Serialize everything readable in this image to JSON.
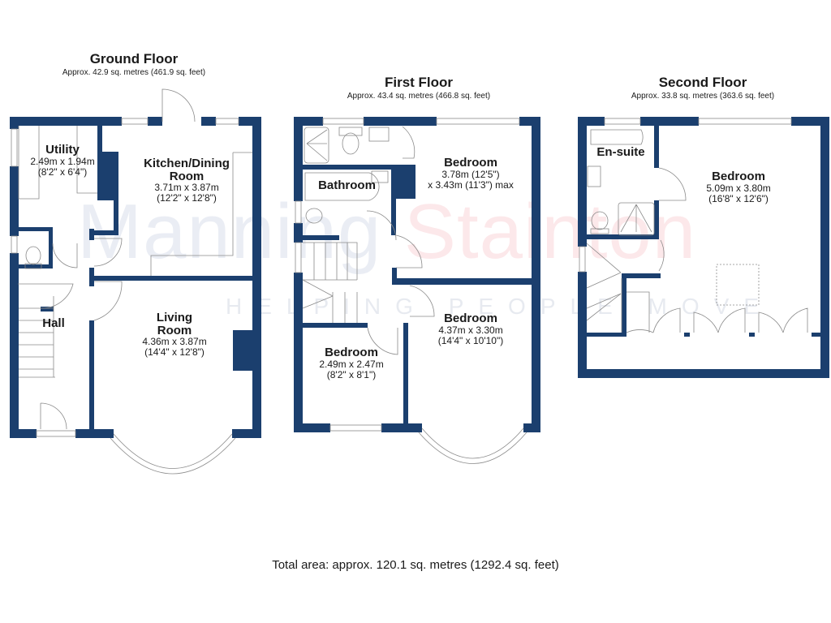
{
  "watermark": {
    "brand_part1": "Manning",
    "brand_part2": "Stainton",
    "tagline": "HELPING PEOPLE MOVE"
  },
  "colors": {
    "wall": "#1b3f6e",
    "line": "#9a9a9a",
    "text": "#1a1a1a"
  },
  "floors": [
    {
      "title": "Ground Floor",
      "area": "Approx. 42.9 sq. metres (461.9 sq. feet)",
      "rooms": [
        {
          "name": "Utility",
          "dim_m": "2.49m x 1.94m",
          "dim_ft": "(8'2\" x 6'4\")"
        },
        {
          "name_line1": "Kitchen/Dining",
          "name_line2": "Room",
          "dim_m": "3.71m x 3.87m",
          "dim_ft": "(12'2\" x 12'8\")"
        },
        {
          "name": "Hall"
        },
        {
          "name_line1": "Living",
          "name_line2": "Room",
          "dim_m": "4.36m x 3.87m",
          "dim_ft": "(14'4\" x 12'8\")"
        }
      ]
    },
    {
      "title": "First Floor",
      "area": "Approx. 43.4 sq. metres (466.8 sq. feet)",
      "rooms": [
        {
          "name": "Bathroom"
        },
        {
          "name": "Bedroom",
          "dim_m": "3.78m (12'5\")",
          "dim_ft": "x 3.43m (11'3\") max"
        },
        {
          "name": "Bedroom",
          "dim_m": "2.49m x 2.47m",
          "dim_ft": "(8'2\" x 8'1\")"
        },
        {
          "name": "Bedroom",
          "dim_m": "4.37m x 3.30m",
          "dim_ft": "(14'4\" x 10'10\")"
        }
      ]
    },
    {
      "title": "Second Floor",
      "area": "Approx. 33.8 sq. metres (363.6 sq. feet)",
      "rooms": [
        {
          "name": "En-suite"
        },
        {
          "name": "Bedroom",
          "dim_m": "5.09m x 3.80m",
          "dim_ft": "(16'8\" x 12'6\")"
        }
      ]
    }
  ],
  "total_area": "Total area: approx. 120.1 sq. metres (1292.4 sq. feet)"
}
